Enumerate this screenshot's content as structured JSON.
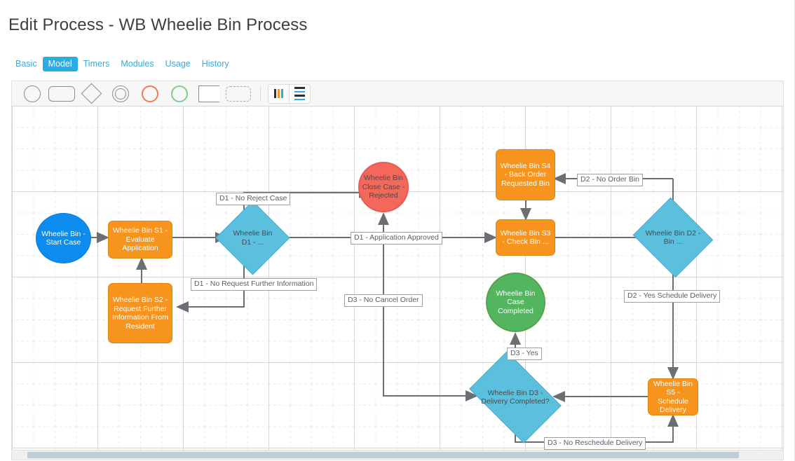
{
  "header": {
    "title": "Edit Process - WB Wheelie Bin Process"
  },
  "tabs": [
    {
      "label": "Basic",
      "active": false
    },
    {
      "label": "Model",
      "active": true
    },
    {
      "label": "Timers",
      "active": false
    },
    {
      "label": "Modules",
      "active": false
    },
    {
      "label": "Usage",
      "active": false
    },
    {
      "label": "History",
      "active": false
    }
  ],
  "toolbar": {
    "tools": [
      {
        "name": "circle-shape-tool"
      },
      {
        "name": "rounded-rect-shape-tool"
      },
      {
        "name": "diamond-shape-tool"
      },
      {
        "name": "double-circle-shape-tool"
      },
      {
        "name": "red-circle-shape-tool"
      },
      {
        "name": "green-circle-shape-tool"
      },
      {
        "name": "bracket-shape-tool"
      },
      {
        "name": "dashed-rect-shape-tool"
      }
    ],
    "view_buttons": [
      {
        "name": "columns-view-button"
      },
      {
        "name": "list-view-button"
      }
    ]
  },
  "colors": {
    "accent": "#29ade4",
    "start": "#0d8cf0",
    "task": "#f7941e",
    "decision": "#5bc0de",
    "rejected": "#f4685c",
    "completed": "#54b55f",
    "edge": "#6b6f73"
  },
  "diagram": {
    "nodes": [
      {
        "id": "start",
        "type": "circle",
        "label": "Wheelie Bin - Start Case"
      },
      {
        "id": "s1",
        "type": "task",
        "label": "Wheelie Bin S1 - Evaluate Application"
      },
      {
        "id": "s2",
        "type": "task",
        "label": "Wheelie Bin S2 - Request Further Information From Resident"
      },
      {
        "id": "d1",
        "type": "decision",
        "label": "Wheelie Bin D1 - ..."
      },
      {
        "id": "rejected",
        "type": "circle",
        "label": "Wheelie Bin Close Case - Rejected"
      },
      {
        "id": "s3",
        "type": "task",
        "label": "Wheelie Bin S3 - Check Bin ..."
      },
      {
        "id": "s4",
        "type": "task",
        "label": "Wheelie Bin S4 - Back Order Requested Bin"
      },
      {
        "id": "d2",
        "type": "decision",
        "label": "Wheelie Bin D2 - Bin ..."
      },
      {
        "id": "completed",
        "type": "circle",
        "label": "Wheelie Bin Case Completed"
      },
      {
        "id": "d3",
        "type": "decision",
        "label": "Wheelie Bin D3 - Delivery Completed?"
      },
      {
        "id": "s5",
        "type": "task",
        "label": "Wheelie Bin S5 - Schedule Delivery"
      }
    ],
    "edge_labels": [
      {
        "id": "e_reject",
        "label": "D1 - No Reject Case"
      },
      {
        "id": "e_approved",
        "label": "D1 - Application Approved"
      },
      {
        "id": "e_rfi",
        "label": "D1 - No Request Further Information"
      },
      {
        "id": "e_cancel",
        "label": "D3 - No Cancel Order"
      },
      {
        "id": "e_orderbin",
        "label": "D2 - No Order Bin"
      },
      {
        "id": "e_schedule",
        "label": "D2 - Yes Schedule Delivery"
      },
      {
        "id": "e_yes",
        "label": "D3 - Yes"
      },
      {
        "id": "e_resched",
        "label": "D3 - No Reschedule Delivery"
      }
    ]
  }
}
